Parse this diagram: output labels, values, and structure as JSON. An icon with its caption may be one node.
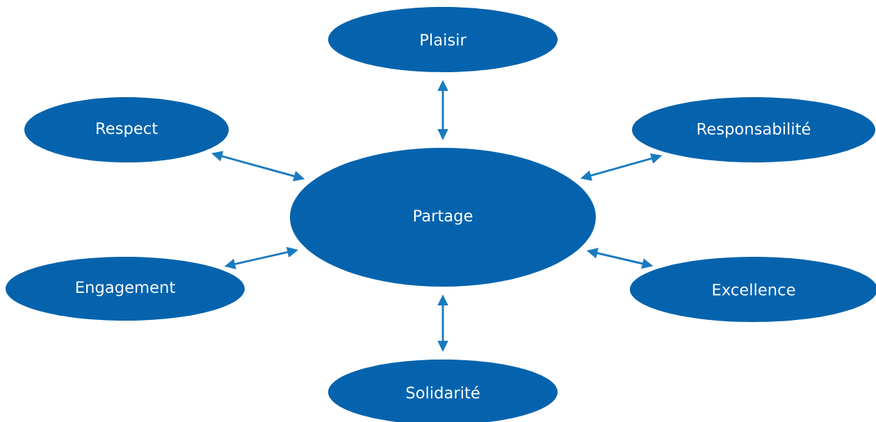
{
  "diagram": {
    "nodes": [
      {
        "text": [
          "Plaisir"
        ]
      },
      {
        "text": [
          "Respect"
        ]
      },
      {
        "text": [
          "Responsabilité"
        ]
      },
      {
        "text": [
          "Partage"
        ]
      },
      {
        "text": [
          "Engagement"
        ]
      },
      {
        "text": [
          "Excellence"
        ]
      },
      {
        "text": [
          "Solidarité"
        ]
      }
    ],
    "edges": [
      {
        "from": 3,
        "to": 0,
        "arrow": "both"
      },
      {
        "from": 3,
        "to": 1,
        "arrow": "both"
      },
      {
        "from": 3,
        "to": 2,
        "arrow": "both"
      },
      {
        "from": 3,
        "to": 4,
        "arrow": "both"
      },
      {
        "from": 3,
        "to": 5,
        "arrow": "both"
      },
      {
        "from": 3,
        "to": 6,
        "arrow": "both"
      }
    ]
  }
}
